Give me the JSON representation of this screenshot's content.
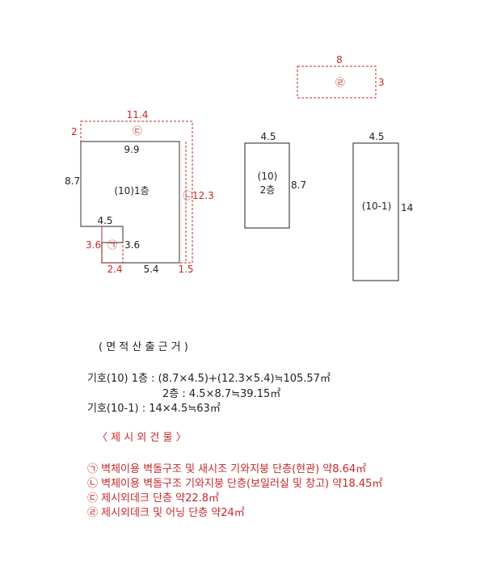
{
  "colors": {
    "black": "#222222",
    "red": "#c8282a"
  },
  "diagram": {
    "bldg10_1f": {
      "name": "(10)1층",
      "top_len": "11.4",
      "top_inner": "9.9",
      "left_h": "8.7",
      "right_annex": "12.3",
      "annex_top": "2",
      "notch_w": "4.5",
      "porch_h_left": "3.6",
      "porch_h_right": "3.6",
      "bottom_a": "2.4",
      "bottom_b": "5.4",
      "bottom_c": "1.5"
    },
    "bldg10_2f": {
      "name_1": "(10)",
      "name_2": "2층",
      "top_len": "4.5",
      "side_len": "8.7"
    },
    "bldg10_1": {
      "name": "(10-1)",
      "top_len": "4.5",
      "side_len": "14"
    },
    "annex_ra": {
      "top_len": "8",
      "side_len": "3"
    },
    "markers": {
      "ga": "㉠",
      "na": "㉡",
      "da": "㉢",
      "ra": "㉣"
    }
  },
  "notes": {
    "basis_title": "( 면 적 산 출 근 거 )",
    "calc_line1": "기호(10) 1층 : (8.7×4.5)+(12.3×5.4)≒105.57㎡",
    "calc_line2": "2층 : 4.5×8.7≒39.15㎡",
    "calc_line3": "기호(10-1) : 14×4.5≒63㎡",
    "excluded_title": "〈 제 시 외 건 물 〉",
    "excluded": [
      "㉠ 벽체이용 벽돌구조 및 새시조 기와지붕 단층(현관) 약8.64㎡",
      "㉡ 벽체이용 벽돌구조 기와지붕 단층(보일러실 및 창고) 약18.45㎡",
      "㉢ 제시외데크 단층 약22.8㎡",
      "㉣ 제시외데크 및 어닝 단층 약24㎡"
    ]
  }
}
